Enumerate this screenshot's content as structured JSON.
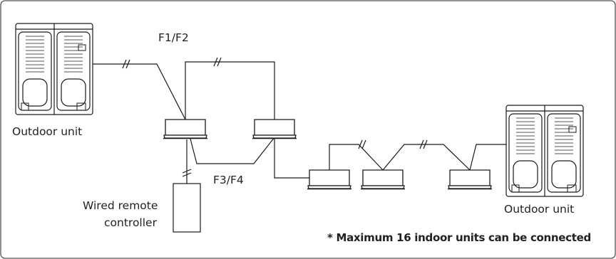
{
  "labels": {
    "bus_f1f2": "F1/F2",
    "bus_f3f4": "F3/F4",
    "outdoor_left": "Outdoor unit",
    "outdoor_right": "Outdoor unit",
    "remote_line1": "Wired remote",
    "remote_line2": "controller",
    "note": "* Maximum 16 indoor units can be connected"
  },
  "colors": {
    "line": "#1a1a1a",
    "frame": "#555555",
    "unit_face": "#ffffff"
  }
}
